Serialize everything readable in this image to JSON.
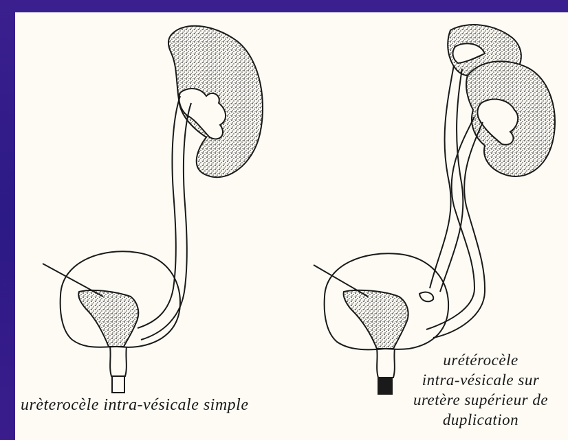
{
  "figure": {
    "caption_left": "urèterocèle intra-vésicale simple",
    "caption_right_lines": [
      "urétérocèle",
      "intra-vésicale sur",
      "uretère supérieur de",
      "duplication"
    ]
  },
  "colors": {
    "frame": "#2c1a86",
    "background": "#fdfbf4",
    "ink": "#1a1a1a"
  }
}
